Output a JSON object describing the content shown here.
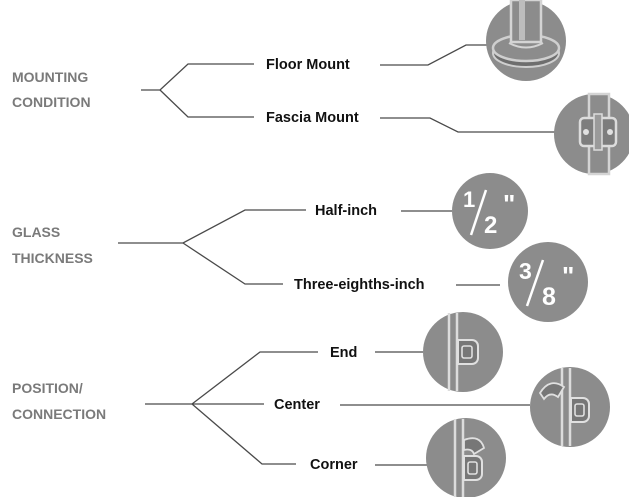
{
  "categories": [
    {
      "label_lines": [
        "MOUNTING",
        "CONDITION"
      ],
      "options": [
        {
          "label": "Floor Mount",
          "icon": "floor-mount-icon"
        },
        {
          "label": "Fascia Mount",
          "icon": "fascia-mount-icon"
        }
      ]
    },
    {
      "label_lines": [
        "GLASS",
        "THICKNESS"
      ],
      "options": [
        {
          "label": "Half-inch",
          "icon": "half-inch-badge",
          "numerator": "1",
          "denominator": "2",
          "unit": "\""
        },
        {
          "label": "Three-eighths-inch",
          "icon": "three-eighths-inch-badge",
          "numerator": "3",
          "denominator": "8",
          "unit": "\""
        }
      ]
    },
    {
      "label_lines": [
        "POSITION/",
        "CONNECTION"
      ],
      "options": [
        {
          "label": "End",
          "icon": "end-clamp-icon"
        },
        {
          "label": "Center",
          "icon": "center-clamp-icon"
        },
        {
          "label": "Corner",
          "icon": "corner-clamp-icon"
        }
      ]
    }
  ],
  "colors": {
    "category_text": "#7a7a7a",
    "option_text": "#111111",
    "line": "#4a4a4a",
    "icon_circle": "#8c8c8c",
    "icon_dark": "#5e5e5e",
    "icon_light": "#b9b9b9"
  }
}
